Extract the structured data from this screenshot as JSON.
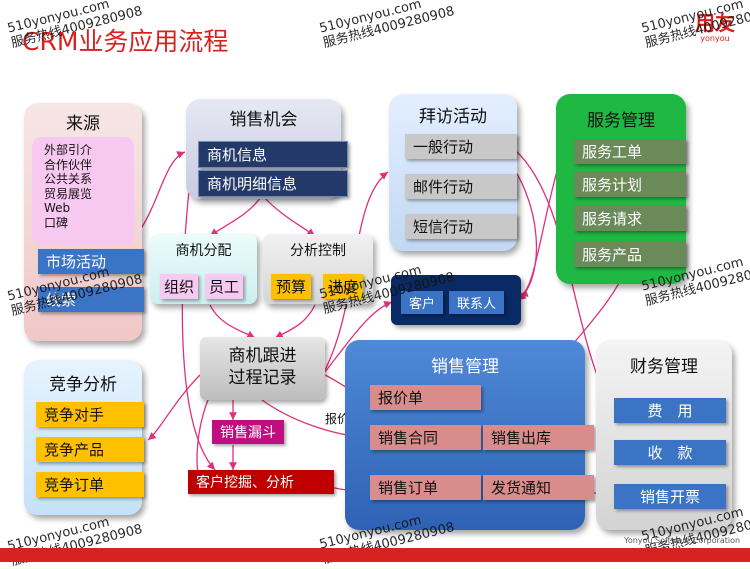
{
  "title": "CRM业务应用流程",
  "logo": {
    "main": "用友",
    "sub": "yonyou"
  },
  "sources": {
    "title": "来源",
    "items": [
      "外部引介",
      "合作伙伴",
      "公共关系",
      "贸易展览",
      "Web",
      "口碑"
    ],
    "market": "市场活动",
    "clue": "线索"
  },
  "opportunity": {
    "title": "销售机会",
    "items": [
      "商机信息",
      "商机明细信息"
    ]
  },
  "allocation": {
    "title": "商机分配",
    "items": [
      "组织",
      "员工"
    ]
  },
  "analysis": {
    "title": "分析控制",
    "items": [
      "预算",
      "进度"
    ]
  },
  "visit": {
    "title": "拜访活动",
    "items": [
      "一般行动",
      "邮件行动",
      "短信行动"
    ]
  },
  "service": {
    "title": "服务管理",
    "items": [
      "服务工单",
      "服务计划",
      "服务请求",
      "服务产品"
    ]
  },
  "customer": {
    "items": [
      "客户",
      "联系人"
    ]
  },
  "followup": {
    "title": "商机跟进\n过程记录"
  },
  "competition": {
    "title": "竞争分析",
    "items": [
      "竞争对手",
      "竞争产品",
      "竞争订单"
    ]
  },
  "funnel": {
    "items": [
      "销售漏斗",
      "客户挖掘、分析"
    ],
    "quote_label": "报价"
  },
  "sales": {
    "title": "销售管理",
    "items": [
      "报价单",
      "销售合同",
      "销售订单",
      "销售出库",
      "发货通知"
    ]
  },
  "finance": {
    "title": "财务管理",
    "items": [
      "费　用",
      "收　款",
      "销售开票"
    ]
  },
  "footer_text": "Yonyou Software Corporation",
  "watermark": {
    "site": "510yonyou.com",
    "phone": "服务热线4009280908"
  },
  "colors": {
    "accent": "#d8221f",
    "arrow": "#e0307a"
  }
}
